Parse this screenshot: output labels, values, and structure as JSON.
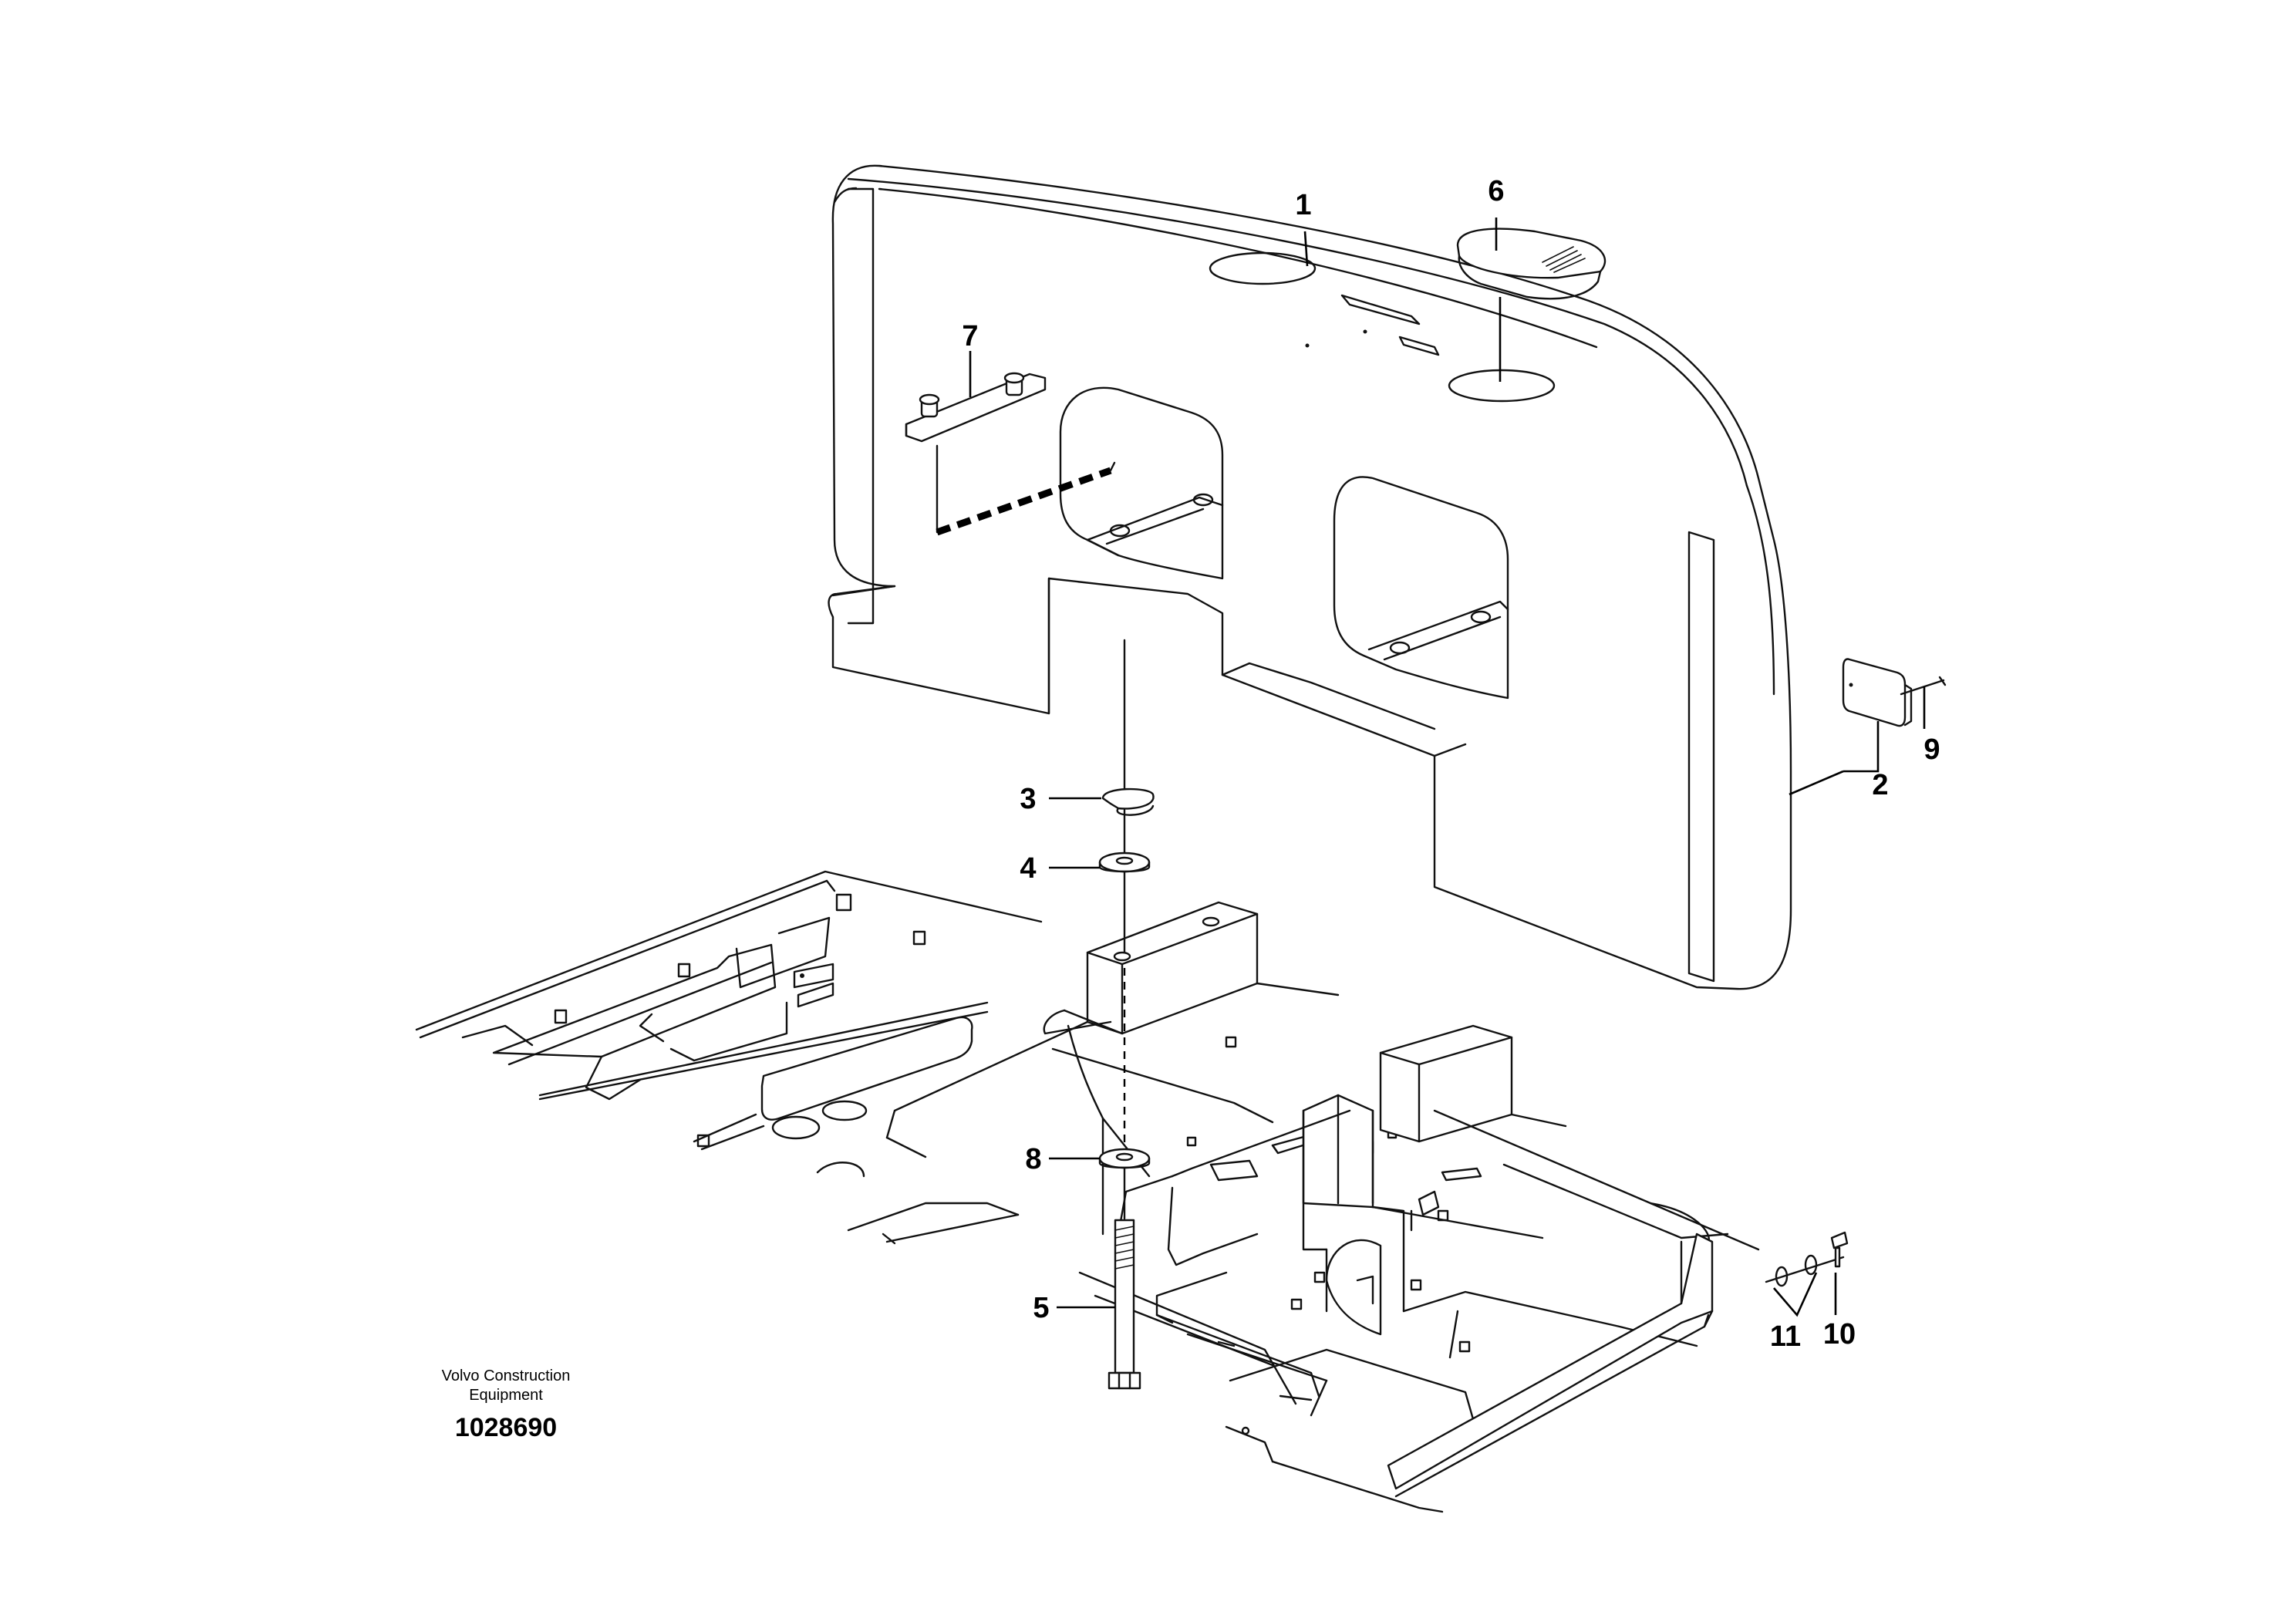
{
  "callouts": [
    {
      "id": "1",
      "text": "1"
    },
    {
      "id": "2",
      "text": "2"
    },
    {
      "id": "3",
      "text": "3"
    },
    {
      "id": "4",
      "text": "4"
    },
    {
      "id": "5",
      "text": "5"
    },
    {
      "id": "6",
      "text": "6"
    },
    {
      "id": "7",
      "text": "7"
    },
    {
      "id": "8",
      "text": "8"
    },
    {
      "id": "9",
      "text": "9"
    },
    {
      "id": "10",
      "text": "10"
    },
    {
      "id": "11",
      "text": "11"
    }
  ],
  "footer": {
    "brand_line1": "Volvo Construction",
    "brand_line2": "Equipment",
    "drawing_number": "1028690"
  }
}
